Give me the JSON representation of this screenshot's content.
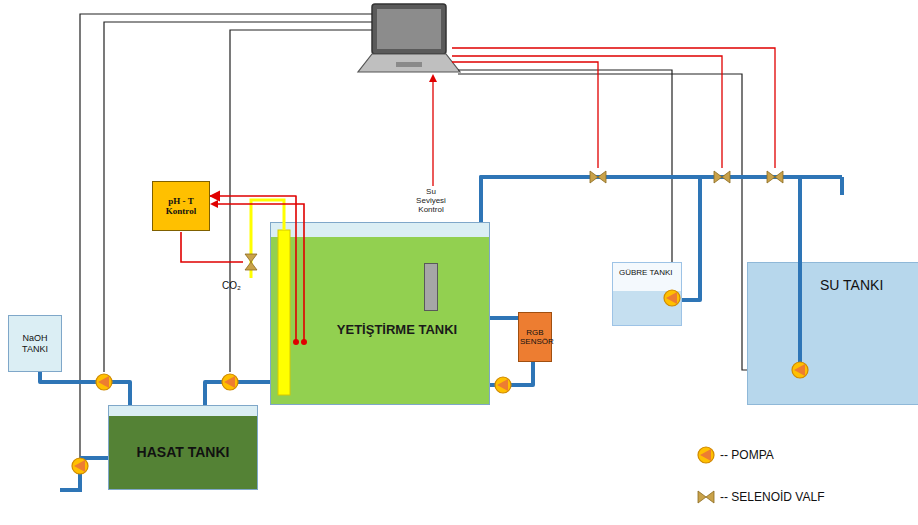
{
  "diagram": {
    "nodes": [
      {
        "text": [
          "pH - T Kontrol"
        ]
      },
      {
        "text": [
          "Su Seviyesi Kontrol"
        ],
        "in": 4
      },
      {
        "text": [
          "GÜBRE TANKI"
        ]
      },
      {
        "text": [
          "SU TANKI"
        ]
      },
      {
        "text": [
          "YETİŞTİRME TANKI"
        ]
      },
      {
        "text": [
          "RGB SENSÖR"
        ]
      },
      {
        "text": [
          "NaOH TANKI"
        ]
      },
      {
        "text": [
          "HASAT TANKI"
        ]
      }
    ],
    "edges": [
      {
        "from": 6,
        "to": 7,
        "arrow": "none"
      },
      {
        "from": 4,
        "to": 7,
        "arrow": "none"
      },
      {
        "from": 4,
        "to": 5,
        "arrow": "none"
      },
      {
        "from": 3,
        "to": 4,
        "arrow": "none"
      },
      {
        "from": 2,
        "to": 4,
        "arrow": "none"
      },
      {
        "from": 4,
        "to": 0,
        "arrow": "to"
      }
    ],
    "labels": [
      "CO₂"
    ],
    "legend": [
      {
        "text": "-- POMPA"
      },
      {
        "text": "-- SELENOİD VALF"
      }
    ]
  }
}
